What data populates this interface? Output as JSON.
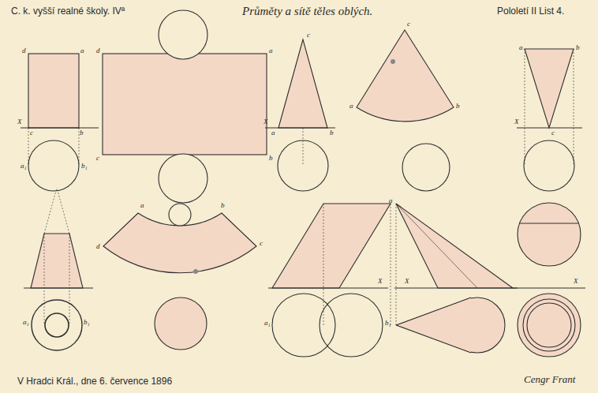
{
  "diagram": {
    "title": "Průměty a sítě těles oblých.",
    "labels": [
      "C. k. vyšší realné školy. IVª",
      "Pololetí II List 4.",
      "V Hradci Král., dne 6. července 1896",
      "Cengr Frant",
      "d",
      "a",
      "X",
      "c",
      "b",
      "d",
      "a",
      "c",
      "b",
      "X",
      "a",
      "b",
      "c",
      "c",
      "a",
      "b",
      "a",
      "b",
      "X",
      "c",
      "a",
      "b",
      "d",
      "c",
      "X",
      "X",
      "X",
      "a",
      "a₁",
      "b₁",
      "a₁",
      "b₁",
      "a₁",
      "b₁"
    ]
  }
}
